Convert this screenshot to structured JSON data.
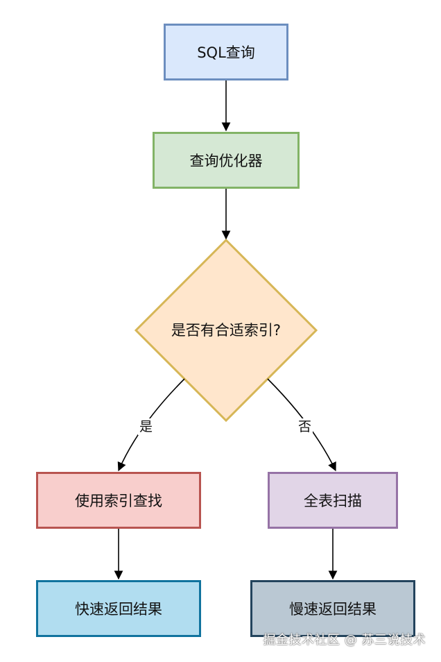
{
  "diagram": {
    "nodes": {
      "sql_query": {
        "label": "SQL查询",
        "fill": "#dae8fc",
        "stroke": "#6c8ebf"
      },
      "optimizer": {
        "label": "查询优化器",
        "fill": "#d5e8d4",
        "stroke": "#82b366"
      },
      "decision": {
        "label": "是否有合适索引?",
        "fill": "#ffe6cc",
        "stroke": "#d6b656"
      },
      "use_index": {
        "label": "使用索引查找",
        "fill": "#f8cecc",
        "stroke": "#b85450"
      },
      "full_scan": {
        "label": "全表扫描",
        "fill": "#e1d5e7",
        "stroke": "#9673a6"
      },
      "fast_return": {
        "label": "快速返回结果",
        "fill": "#b1ddf0",
        "stroke": "#10739e"
      },
      "slow_return": {
        "label": "慢速返回结果",
        "fill": "#bac8d3",
        "stroke": "#23445d"
      }
    },
    "edges": {
      "yes_label": "是",
      "no_label": "否"
    }
  },
  "watermark": "掘金技术社区 @ 苏三说技术"
}
